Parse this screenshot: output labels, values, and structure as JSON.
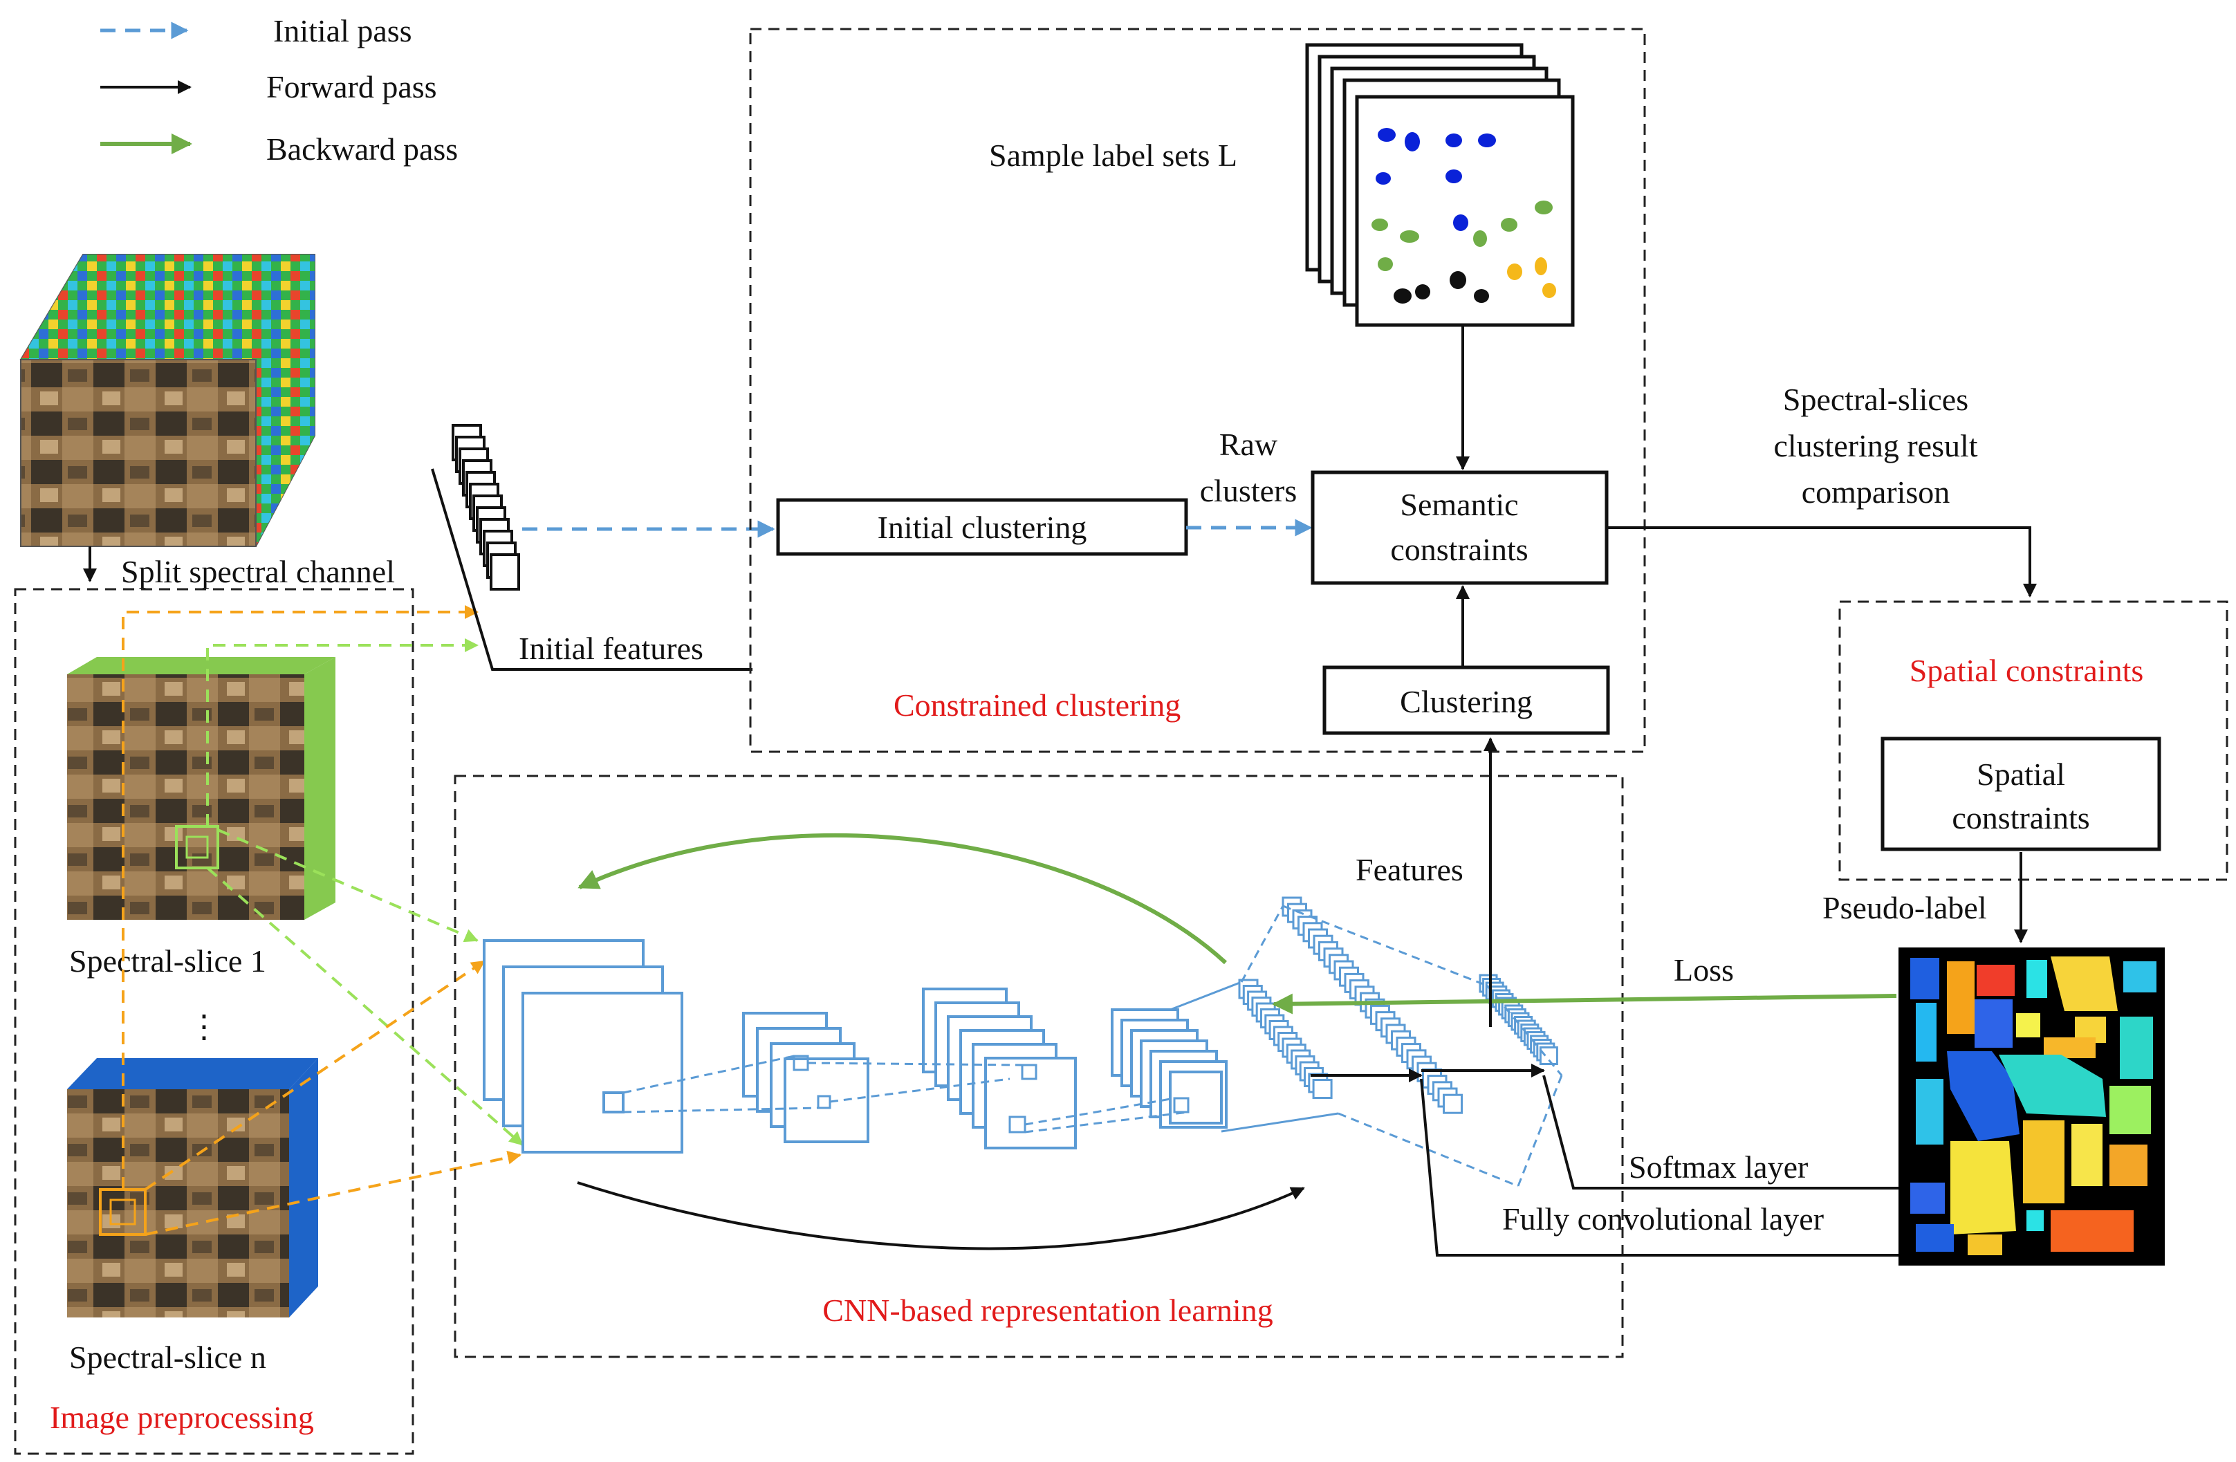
{
  "legend": {
    "initial_pass": "Initial pass",
    "forward_pass": "Forward pass",
    "backward_pass": "Backward pass"
  },
  "labels": {
    "split_spectral_channel": "Split spectral channel",
    "spectral_slice_1": "Spectral-slice 1",
    "ellipsis": "⋮",
    "spectral_slice_n": "Spectral-slice n",
    "image_preprocessing": "Image preprocessing",
    "initial_features": "Initial features",
    "initial_clustering": "Initial clustering",
    "raw_clusters_1": "Raw",
    "raw_clusters_2": "clusters",
    "semantic_constraints_1": "Semantic",
    "semantic_constraints_2": "constraints",
    "sample_label_sets": "Sample label sets L",
    "clustering": "Clustering",
    "constrained_clustering": "Constrained clustering",
    "comparison_1": "Spectral-slices",
    "comparison_2": "clustering result",
    "comparison_3": "comparison",
    "spatial_constraints_title": "Spatial constraints",
    "spatial_box_1": "Spatial",
    "spatial_box_2": "constraints",
    "pseudo_label": "Pseudo-label",
    "features": "Features",
    "loss": "Loss",
    "softmax_layer": "Softmax layer",
    "fully_conv_layer": "Fully convolutional layer",
    "cnn_learning": "CNN-based representation learning"
  },
  "colors": {
    "initial_pass": "#5b9bd5",
    "forward_pass": "#111111",
    "backward_pass": "#70ad47",
    "module_title": "#e11b1b",
    "slice_highlight_1": "#9be15a",
    "slice_highlight_n": "#f5a31a"
  }
}
